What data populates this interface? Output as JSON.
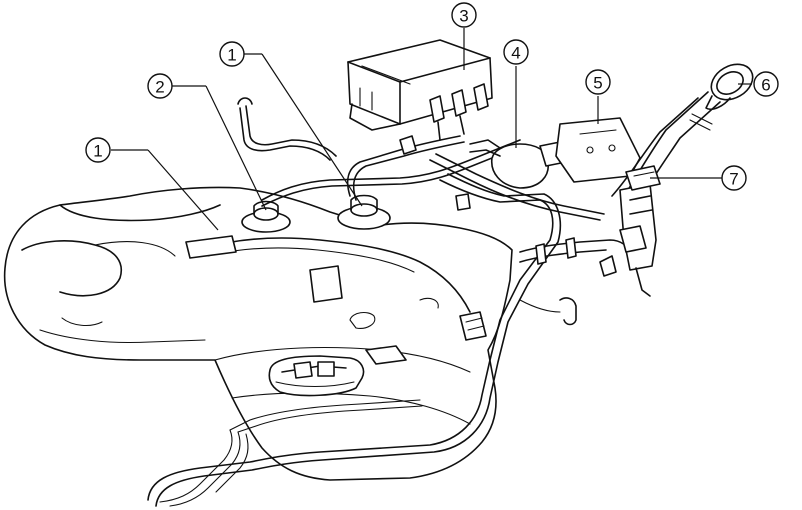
{
  "callouts": [
    {
      "id": "c1a",
      "label": "1"
    },
    {
      "id": "c1b",
      "label": "1"
    },
    {
      "id": "c2",
      "label": "2"
    },
    {
      "id": "c3",
      "label": "3"
    },
    {
      "id": "c4",
      "label": "4"
    },
    {
      "id": "c5",
      "label": "5"
    },
    {
      "id": "c6",
      "label": "6"
    },
    {
      "id": "c7",
      "label": "7"
    }
  ]
}
